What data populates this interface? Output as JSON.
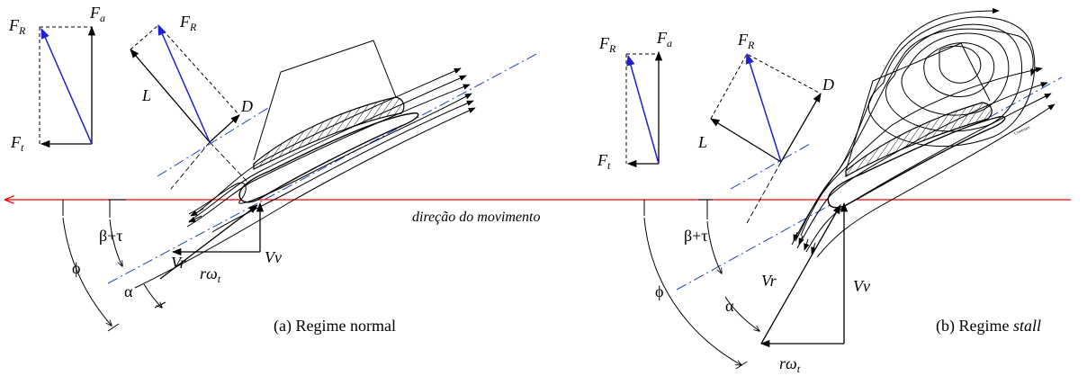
{
  "colors": {
    "motion_line": "#ff0000",
    "vector_blue": "#1f1fd6",
    "chord_line": "#1f3fd6",
    "ink": "#000000"
  },
  "motion": {
    "label": "direção do movimento"
  },
  "panels": [
    {
      "id": "normal",
      "caption_main": "(a) Regime normal",
      "caption_em": "",
      "labels": {
        "FR1": "F",
        "FR1_sub": "R",
        "Fa": "F",
        "Fa_sub": "a",
        "Ft": "F",
        "Ft_sub": "t",
        "FR2": "F",
        "FR2_sub": "R",
        "L": "L",
        "D": "D",
        "beta_tau": "β+τ",
        "phi": "ϕ",
        "alpha": "α",
        "Vr": "Vr",
        "Vv": "Vv",
        "romega": "rω",
        "romega_sub": "t"
      }
    },
    {
      "id": "stall",
      "caption_main": "(b) Regime ",
      "caption_em": "stall",
      "labels": {
        "FR1": "F",
        "FR1_sub": "R",
        "Fa": "F",
        "Fa_sub": "a",
        "Ft": "F",
        "Ft_sub": "t",
        "FR2": "F",
        "FR2_sub": "R",
        "L": "L",
        "D": "D",
        "beta_tau": "β+τ",
        "phi": "ϕ",
        "alpha": "α",
        "Vr": "Vr",
        "Vv": "Vv",
        "romega": "rω",
        "romega_sub": "t",
        "tiny_note": "Contours"
      }
    }
  ]
}
